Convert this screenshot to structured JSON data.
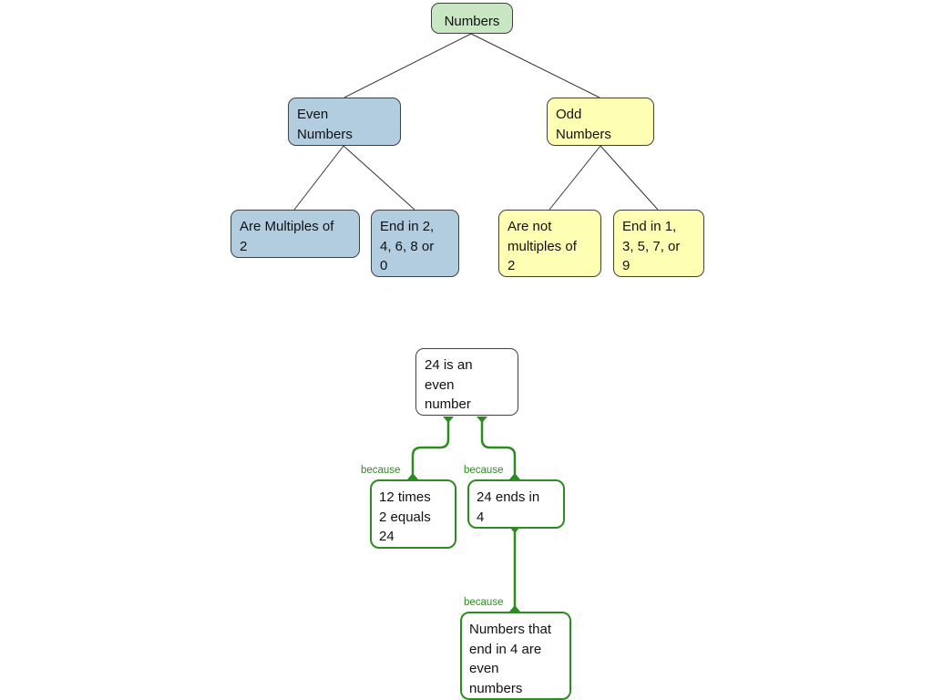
{
  "colors": {
    "root_fill": "#c9e6c3",
    "even_fill": "#b3cde0",
    "odd_fill": "#ffffb3",
    "connector": "#2e8b22",
    "tree_line": "#333333"
  },
  "tree": {
    "root": "Numbers",
    "even": "Even\nNumbers",
    "odd": "Odd\nNumbers",
    "even_multiples": "Are Multiples of\n2",
    "even_ending": "End in 2,\n4, 6, 8 or\n0",
    "odd_multiples": "Are not\nmultiples of\n2",
    "odd_ending": "End in 1,\n3, 5, 7, or\n9"
  },
  "argument": {
    "claim": "24 is an\neven\nnumber",
    "reason_1": "12 times\n2 equals\n24",
    "reason_2": "24 ends in\n4",
    "reason_3": "Numbers that\nend in 4 are\neven\nnumbers",
    "because_1": "because",
    "because_2": "because",
    "because_3": "because"
  }
}
